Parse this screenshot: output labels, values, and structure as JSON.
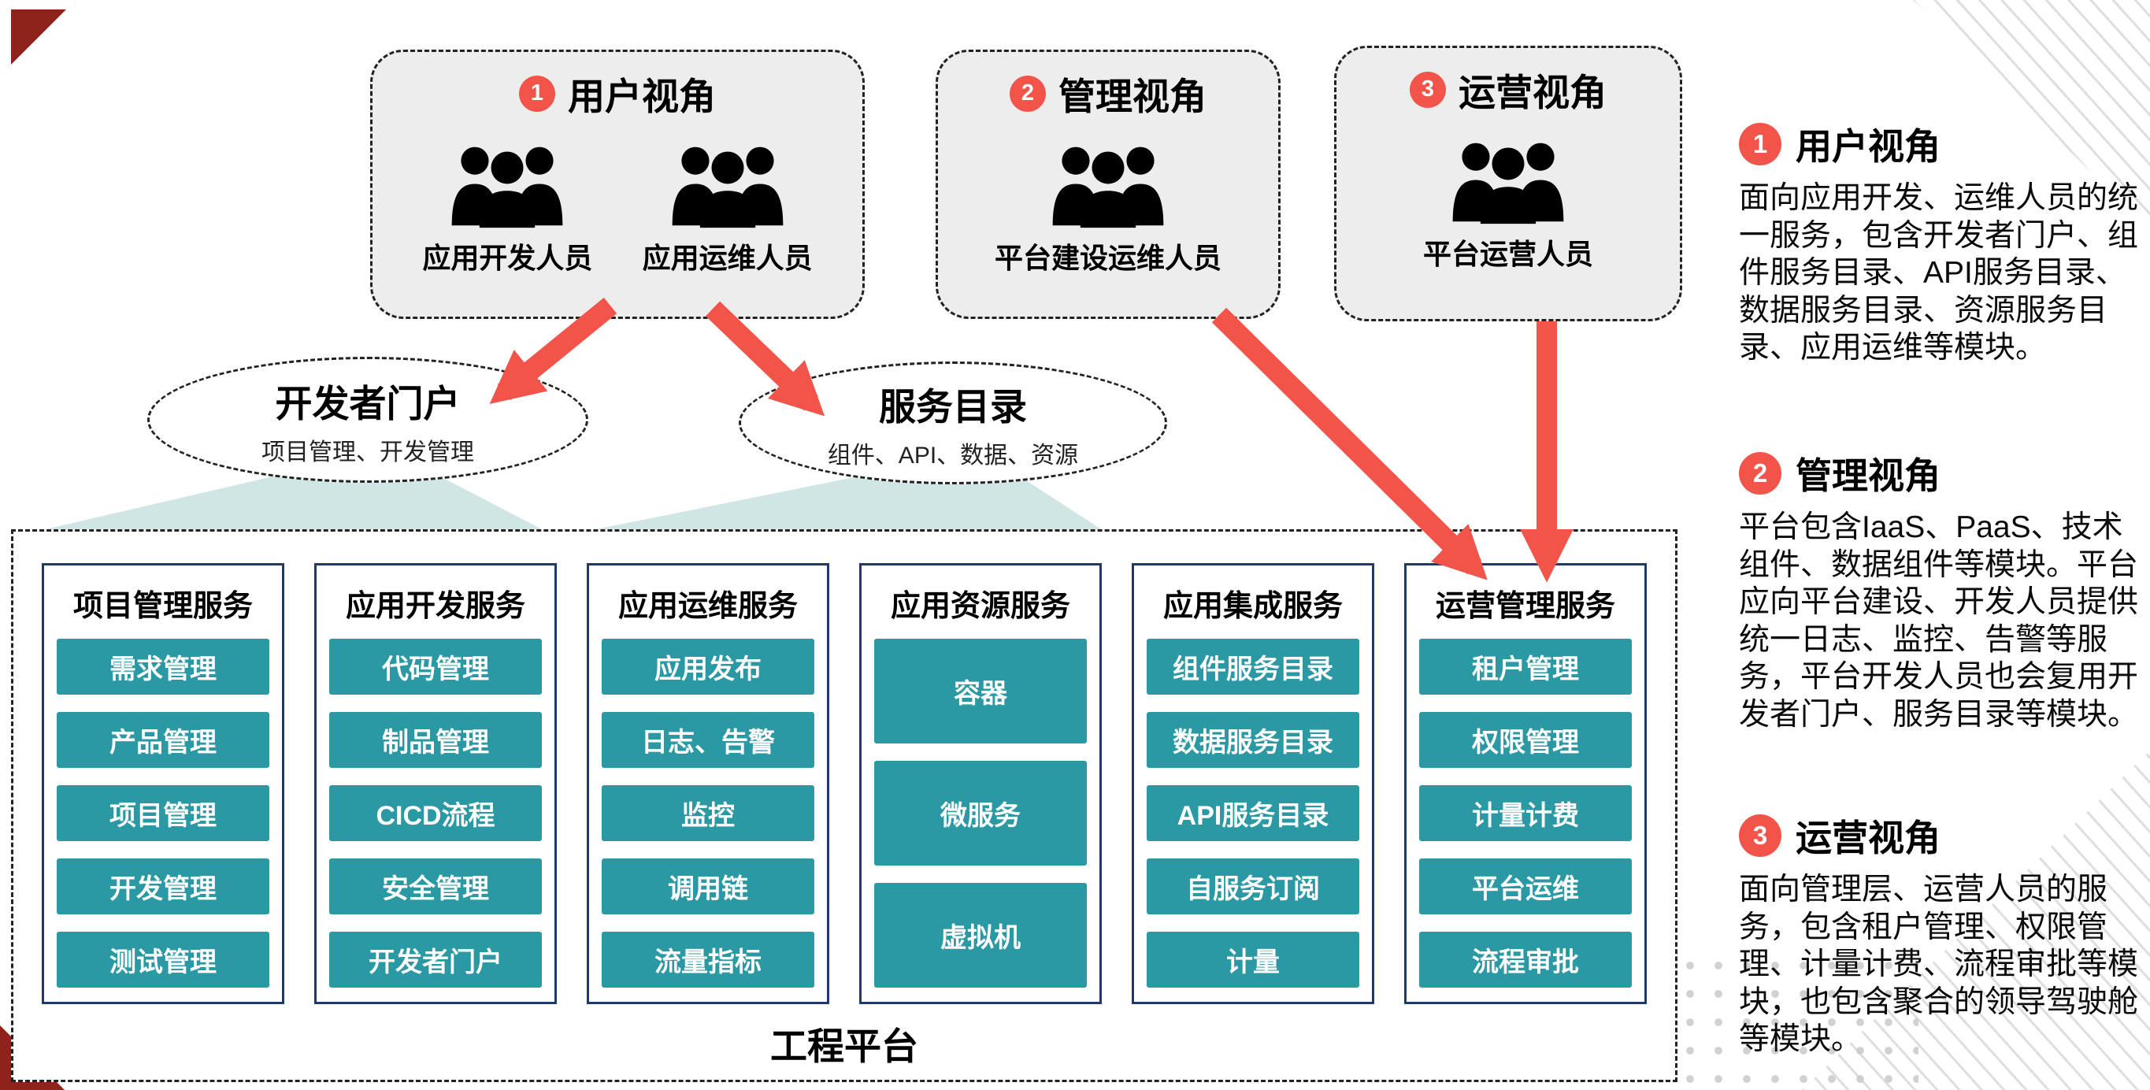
{
  "personas": [
    {
      "number": "1",
      "title": "用户视角",
      "roles": [
        "应用开发人员",
        "应用运维人员"
      ]
    },
    {
      "number": "2",
      "title": "管理视角",
      "roles": [
        "平台建设运维人员"
      ]
    },
    {
      "number": "3",
      "title": "运营视角",
      "roles": [
        "平台运营人员"
      ]
    }
  ],
  "portals": [
    {
      "title": "开发者门户",
      "subtitle": "项目管理、开发管理"
    },
    {
      "title": "服务目录",
      "subtitle": "组件、API、数据、资源"
    }
  ],
  "platform": {
    "label": "工程平台",
    "columns": [
      {
        "header": "项目管理服务",
        "items": [
          "需求管理",
          "产品管理",
          "项目管理",
          "开发管理",
          "测试管理"
        ]
      },
      {
        "header": "应用开发服务",
        "items": [
          "代码管理",
          "制品管理",
          "CICD流程",
          "安全管理",
          "开发者门户"
        ]
      },
      {
        "header": "应用运维服务",
        "items": [
          "应用发布",
          "日志、告警",
          "监控",
          "调用链",
          "流量指标"
        ]
      },
      {
        "header": "应用资源服务",
        "items": [
          "容器",
          "微服务",
          "虚拟机"
        ]
      },
      {
        "header": "应用集成服务",
        "items": [
          "组件服务目录",
          "数据服务目录",
          "API服务目录",
          "自服务订阅",
          "计量"
        ]
      },
      {
        "header": "运营管理服务",
        "items": [
          "租户管理",
          "权限管理",
          "计量计费",
          "平台运维",
          "流程审批"
        ]
      }
    ]
  },
  "legend": [
    {
      "number": "1",
      "title": "用户视角",
      "text": "面向应用开发、运维人员的统一服务，包含开发者门户、组件服务目录、API服务目录、数据服务目录、资源服务目录、应用运维等模块。"
    },
    {
      "number": "2",
      "title": "管理视角",
      "text": "平台包含IaaS、PaaS、技术组件、数据组件等模块。平台应向平台建设、开发人员提供统一日志、监控、告警等服务，平台开发人员也会复用开发者门户、服务目录等模块。"
    },
    {
      "number": "3",
      "title": "运营视角",
      "text": "面向管理层、运营人员的服务，包含租户管理、权限管理、计量计费、流程审批等模块，也包含聚合的领导驾驶舱等模块。"
    }
  ],
  "colors": {
    "accent_red": "#f2544a",
    "teal": "#2a99a4",
    "navy_border": "#20386b",
    "funnel_teal": "#cfe6e4"
  }
}
